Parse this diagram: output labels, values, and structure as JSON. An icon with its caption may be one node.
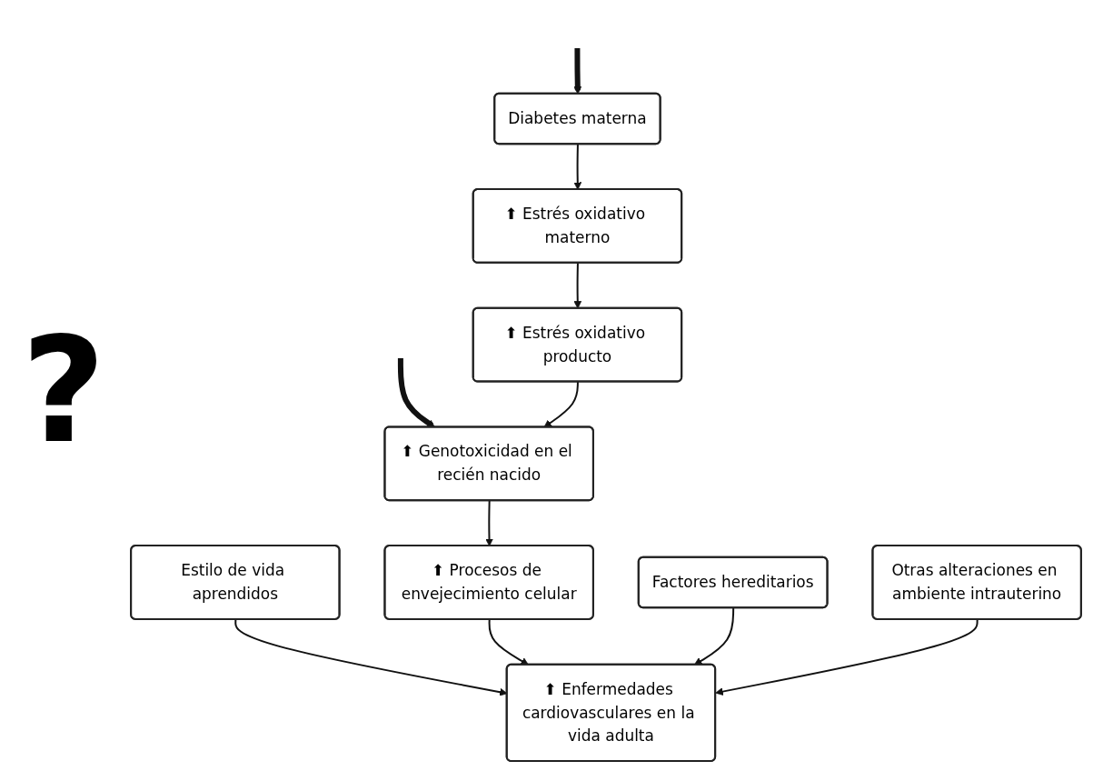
{
  "diagram": {
    "nodes": [
      {
        "text": [
          "Diabetes materna"
        ]
      },
      {
        "text": [
          "⬆ Estrés oxidativo materno"
        ]
      },
      {
        "text": [
          "⬆ Estrés oxidativo producto"
        ]
      },
      {
        "text": [
          "⬆ Genotoxicidad en el recién nacido"
        ]
      },
      {
        "text": [
          "Estilo de vida aprendidos"
        ]
      },
      {
        "text": [
          "⬆ Procesos de envejecimiento celular"
        ]
      },
      {
        "text": [
          "Factores hereditarios"
        ]
      },
      {
        "text": [
          "⬆ Enfermedades cardiovasculares en la vida adulta"
        ]
      },
      {
        "text": [
          "Otras alteraciones en ambiente intrauterino"
        ]
      }
    ],
    "edges": [
      {
        "from": null,
        "to": 0,
        "arrow": "to",
        "style": "thick"
      },
      {
        "from": 0,
        "to": 1,
        "arrow": "to"
      },
      {
        "from": 1,
        "to": 2,
        "arrow": "to"
      },
      {
        "from": null,
        "to": 3,
        "arrow": "to",
        "style": "thick"
      },
      {
        "from": 2,
        "to": 3,
        "arrow": "to"
      },
      {
        "from": 3,
        "to": 5,
        "arrow": "to"
      },
      {
        "from": 4,
        "to": 7,
        "arrow": "to"
      },
      {
        "from": 5,
        "to": 7,
        "arrow": "to"
      },
      {
        "from": 6,
        "to": 7,
        "arrow": "to"
      },
      {
        "from": 8,
        "to": 7,
        "arrow": "to"
      }
    ],
    "labels": [
      "?"
    ]
  }
}
